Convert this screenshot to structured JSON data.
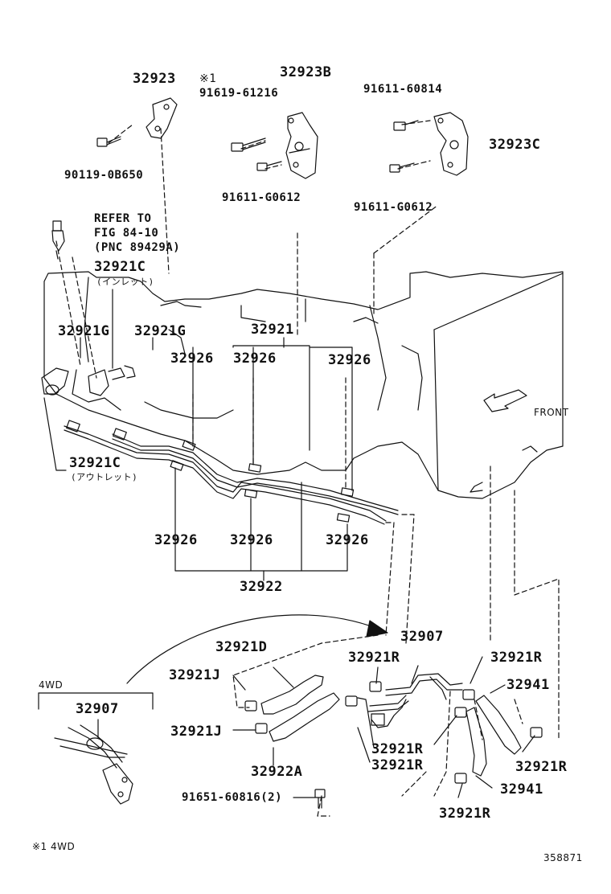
{
  "labels": {
    "p32923": "32923",
    "p90119": "90119-0B650",
    "note_mark": "※1",
    "p91619": "91619-61216",
    "p32923B": "32923B",
    "p91611_g0612_a": "91611-G0612",
    "p91611_60814": "91611-60814",
    "p32923C": "32923C",
    "p91611_g0612_b": "91611-G0612",
    "refer_1": "REFER TO",
    "refer_2": "FIG 84-10",
    "refer_3": "(PNC 89429A)",
    "p32921C_top": "32921C",
    "inlet": "(インレット)",
    "p32921G_left": "32921G",
    "p32921G_right": "32921G",
    "p32921": "32921",
    "p32926_1": "32926",
    "p32926_2": "32926",
    "p32926_3": "32926",
    "front": "FRONT",
    "p32921C_bot": "32921C",
    "outlet": "(アウトレット)",
    "p32926_4": "32926",
    "p32926_5": "32926",
    "p32926_6": "32926",
    "p32922": "32922",
    "p32907_main": "32907",
    "p32921D": "32921D",
    "p32921R_1": "32921R",
    "p32921R_2": "32921R",
    "p32921J_1": "32921J",
    "p32941_1": "32941",
    "p32921J_2": "32921J",
    "p32921R_3": "32921R",
    "p32921R_4": "32921R",
    "p32922A": "32922A",
    "p32921R_5": "32921R",
    "p32941_2": "32941",
    "p91651": "91651-60816(2)",
    "p32921R_6": "32921R",
    "fourwd": "4WD",
    "p32907_inset": "32907",
    "footnote": "※1 4WD",
    "figure_number": "358871"
  }
}
